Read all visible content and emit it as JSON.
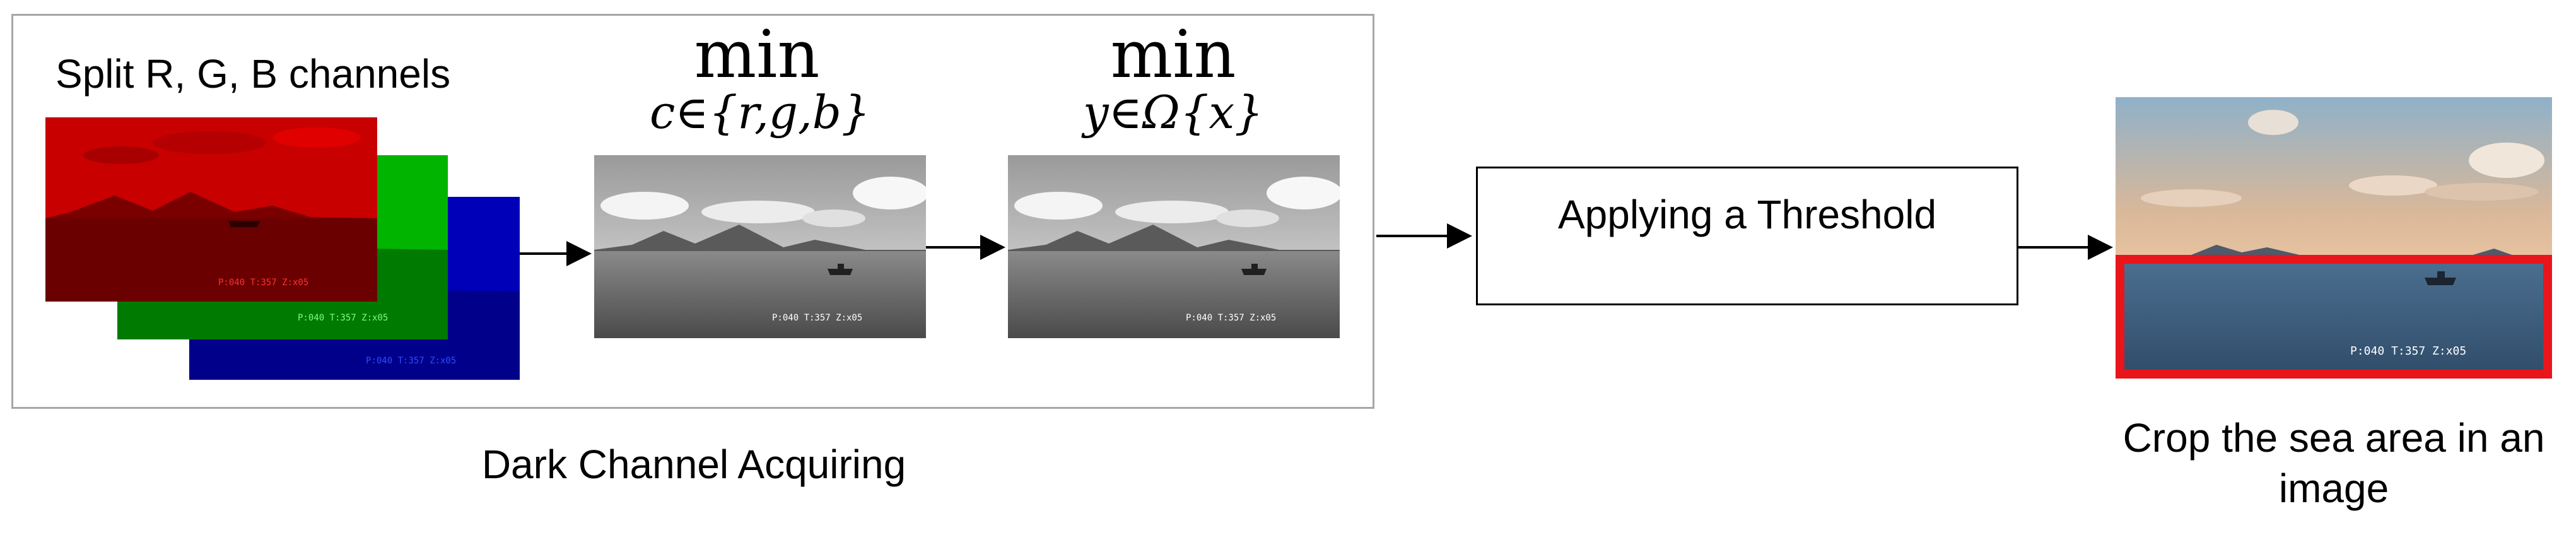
{
  "labels": {
    "split_channels": "Split R, G, B channels",
    "min_channel_op": "min",
    "min_channel_sub": "c∈{r,g,b}",
    "min_window_op": "min",
    "min_window_sub": "y∈Ω{x}",
    "threshold": "Applying a Threshold",
    "dark_channel_caption": "Dark Channel Acquiring",
    "crop_caption_line1": "Crop the sea area in an",
    "crop_caption_line2": "image"
  },
  "overlay_text": {
    "red": "P:040 T:357 Z:x05",
    "green": "P:040 T:357 Z:x05",
    "blue": "P:040 T:357 Z:x05",
    "gray1": "P:040 T:357 Z:x05",
    "gray2": "P:040 T:357 Z:x05",
    "final": "P:040 T:357 Z:x05"
  },
  "colors": {
    "group_border": "#a6a6a6",
    "crop_highlight": "#e8151b",
    "red_channel": "#c00000",
    "green_channel": "#00a000",
    "blue_channel": "#0000b0"
  }
}
